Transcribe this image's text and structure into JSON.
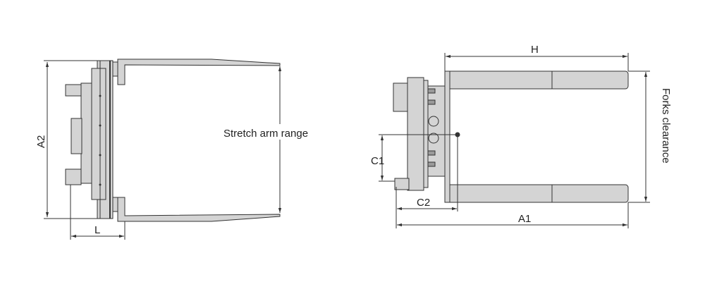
{
  "side_view": {
    "labels": {
      "a2": "A2",
      "l": "L",
      "stretch": "Stretch arm range"
    }
  },
  "top_view": {
    "labels": {
      "h": "H",
      "forks_clearance": "Forks clearance",
      "c1": "C1",
      "c2": "C2",
      "a1": "A1"
    }
  },
  "colors": {
    "part_fill": "#d4d4d4",
    "line": "#333333"
  }
}
